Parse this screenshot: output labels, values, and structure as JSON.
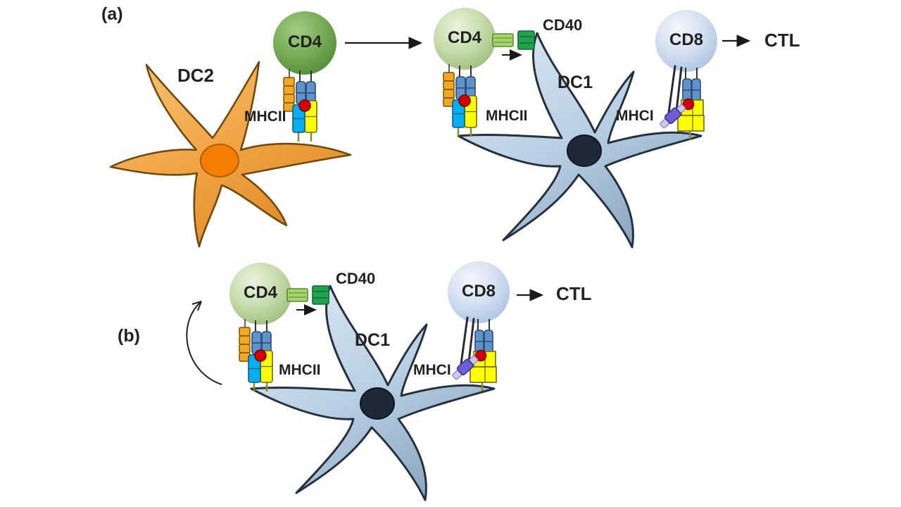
{
  "figure": {
    "panel_a": {
      "label": "(a)",
      "dc2_label": "DC2",
      "cd4_naive_label": "CD4",
      "mhcii_naive_label": "MHCII",
      "cd4_licensed_label": "CD4",
      "mhcii_label": "MHCII",
      "cd40_label": "CD40",
      "dc1_label": "DC1",
      "mhci_label": "MHCI",
      "cd8_label": "CD8",
      "ctl_label": "CTL"
    },
    "panel_b": {
      "label": "(b)",
      "cd4_label": "CD4",
      "mhcii_label": "MHCII",
      "cd40_label": "CD40",
      "dc1_label": "DC1",
      "mhci_label": "MHCI",
      "cd8_label": "CD8",
      "ctl_label": "CTL"
    },
    "colors": {
      "dc2_body": "#f0a343",
      "dc2_nucleus": "#f57d02",
      "dc1_body": "#b9cfe3",
      "dc1_nucleus": "#1d2936",
      "cd4_naive_sphere": "#76ad55",
      "cd4_licensed_sphere": "#c6dcab",
      "cd8_sphere": "#d3dff0",
      "tcr_blue": "#5f93cc",
      "mhc_cyan": "#00b0f0",
      "mhc_yellow": "#ffff00",
      "peptide_red": "#d50000",
      "cd4_coreceptor_orange": "#f5a623",
      "cd8_coreceptor_purple": "#6c5fd6",
      "cd40l_green": "#a6d46e",
      "cd40_green": "#23a24e"
    }
  }
}
